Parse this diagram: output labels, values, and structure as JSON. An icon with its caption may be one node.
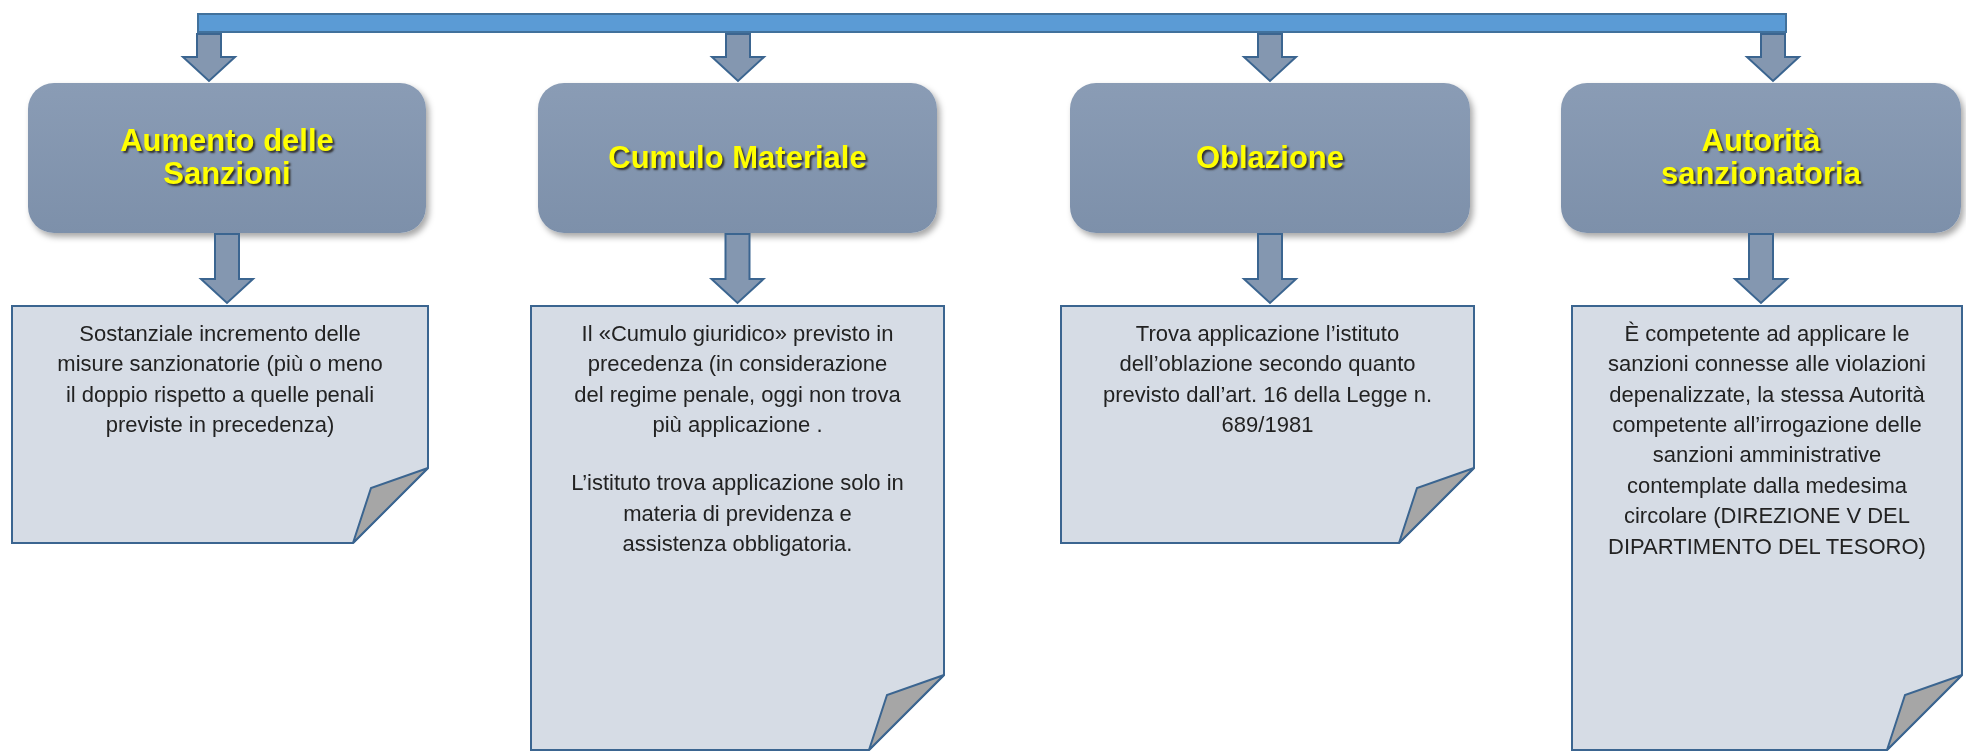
{
  "diagram": {
    "nodes": [
      {
        "text": [],
        "shape": "bar"
      },
      {
        "text": [
          "Aumento delle Sanzioni"
        ]
      },
      {
        "text": [
          "Cumulo Materiale"
        ]
      },
      {
        "text": [
          "Oblazione"
        ]
      },
      {
        "text": [
          "Autorità sanzionatoria"
        ]
      },
      {
        "text": [
          "Sostanziale incremento delle misure sanzionatorie (più o meno il doppio rispetto a quelle penali previste in precedenza)"
        ]
      },
      {
        "text": [
          "Il «Cumulo giuridico» previsto in precedenza (in considerazione del regime penale, oggi non trova più applicazione .",
          "L’istituto trova applicazione solo in materia di previdenza e assistenza obbligatoria."
        ]
      },
      {
        "text": [
          "Trova applicazione l’istituto dell’oblazione secondo quanto previsto dall’art. 16 della Legge n. 689/1981"
        ]
      },
      {
        "text": [
          "È competente ad applicare le sanzioni connesse alle violazioni depenalizzate, la stessa Autorità competente all’irrogazione delle sanzioni amministrative contemplate dalla medesima circolare (DIREZIONE V DEL DIPARTIMENTO DEL TESORO)"
        ]
      }
    ],
    "edges": [
      {
        "from": 0,
        "to": 1,
        "arrow": "to"
      },
      {
        "from": 0,
        "to": 2,
        "arrow": "to"
      },
      {
        "from": 0,
        "to": 3,
        "arrow": "to"
      },
      {
        "from": 0,
        "to": 4,
        "arrow": "to"
      },
      {
        "from": 1,
        "to": 5,
        "arrow": "to"
      },
      {
        "from": 2,
        "to": 6,
        "arrow": "to"
      },
      {
        "from": 3,
        "to": 7,
        "arrow": "to"
      },
      {
        "from": 4,
        "to": 8,
        "arrow": "to"
      }
    ]
  }
}
